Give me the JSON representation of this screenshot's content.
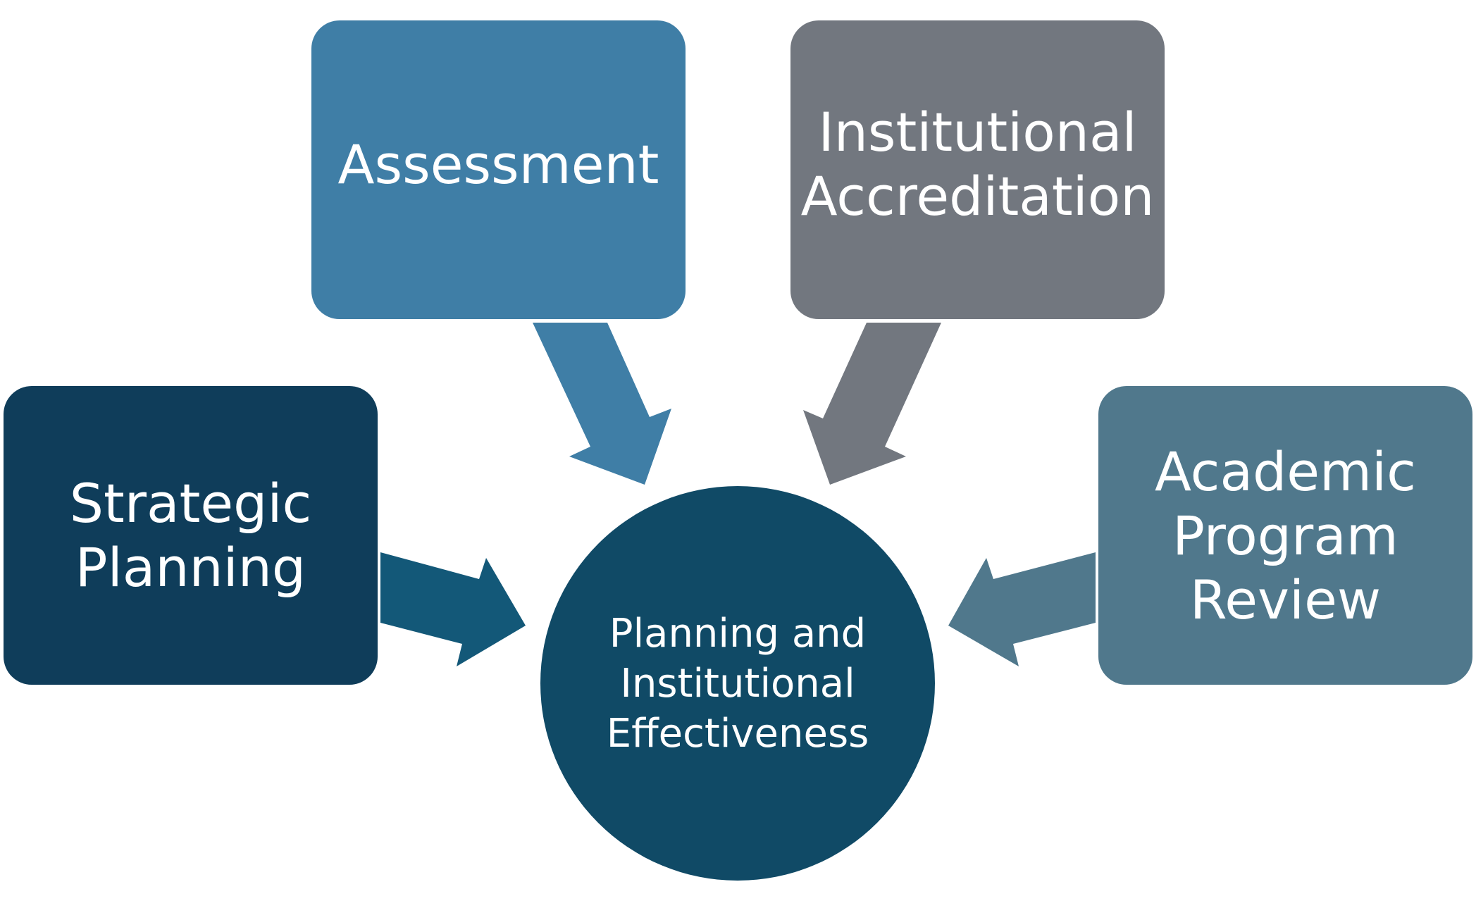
{
  "colors": {
    "strategic": "#0f3d5a",
    "assessment": "#3f7ea6",
    "accreditation": "#72777f",
    "program_review": "#50788c",
    "center": "#104a66",
    "arrow_strategic": "#135878"
  },
  "nodes": {
    "strategic_planning": {
      "lines": [
        "Strategic",
        "Planning"
      ]
    },
    "assessment": {
      "lines": [
        "Assessment"
      ]
    },
    "institutional_accreditation": {
      "lines": [
        "Institutional",
        "Accreditation"
      ]
    },
    "academic_program_review": {
      "lines": [
        "Academic",
        "Program",
        "Review"
      ]
    },
    "center": {
      "lines": [
        "Planning and",
        "Institutional",
        "Effectiveness"
      ]
    }
  },
  "arrows": [
    {
      "name": "strategic-planning-arrow",
      "from": "strategic_planning",
      "to": "center"
    },
    {
      "name": "assessment-arrow",
      "from": "assessment",
      "to": "center"
    },
    {
      "name": "accreditation-arrow",
      "from": "institutional_accreditation",
      "to": "center"
    },
    {
      "name": "program-review-arrow",
      "from": "academic_program_review",
      "to": "center"
    }
  ]
}
